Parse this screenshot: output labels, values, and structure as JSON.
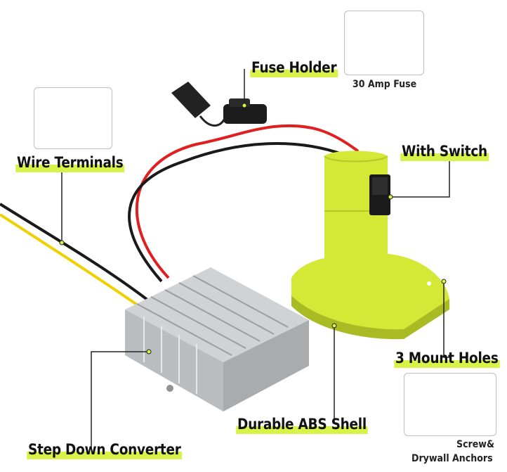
{
  "labels": {
    "fuse_holder": "Fuse Holder",
    "wire_terminals": "Wire Terminals",
    "with_switch": "With Switch",
    "mount_holes": "3 Mount Holes",
    "abs_shell": "Durable ABS Shell",
    "step_down": "Step Down Converter"
  },
  "captions": {
    "fuse": "30 Amp Fuse",
    "screw_line1": "Screw&",
    "screw_line2": "Drywall Anchors"
  },
  "colors": {
    "highlight": "#d8f24a",
    "adapter": "#d4e836",
    "fuse_green": "#2ecc55"
  }
}
